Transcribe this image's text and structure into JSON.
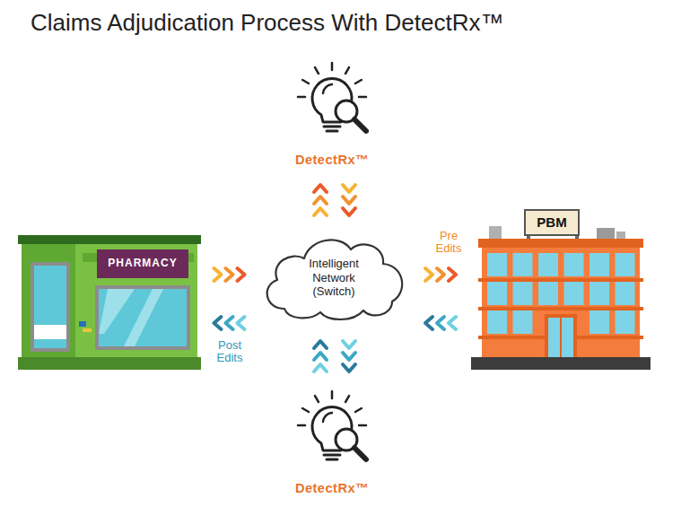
{
  "diagram": {
    "title": "Claims Adjudication Process With DetectRx™",
    "nodes": [
      {
        "text": [
          "DetectRx™"
        ]
      },
      {
        "text": [
          "PHARMACY"
        ]
      },
      {
        "text": [
          "Intelligent Network (Switch)"
        ]
      },
      {
        "text": [
          "PBM"
        ]
      },
      {
        "text": [
          "DetectRx™"
        ]
      }
    ],
    "edges": [
      {
        "from": 1,
        "to": 2,
        "arrow": "to"
      },
      {
        "from": 2,
        "to": 1,
        "arrow": "to",
        "label": "Post Edits"
      },
      {
        "from": 2,
        "to": 3,
        "arrow": "to",
        "label": "Pre Edits"
      },
      {
        "from": 3,
        "to": 2,
        "arrow": "to"
      },
      {
        "from": 2,
        "to": 0,
        "arrow": "to"
      },
      {
        "from": 0,
        "to": 2,
        "arrow": "to"
      },
      {
        "from": 4,
        "to": 2,
        "arrow": "to"
      },
      {
        "from": 2,
        "to": 4,
        "arrow": "to"
      }
    ]
  }
}
